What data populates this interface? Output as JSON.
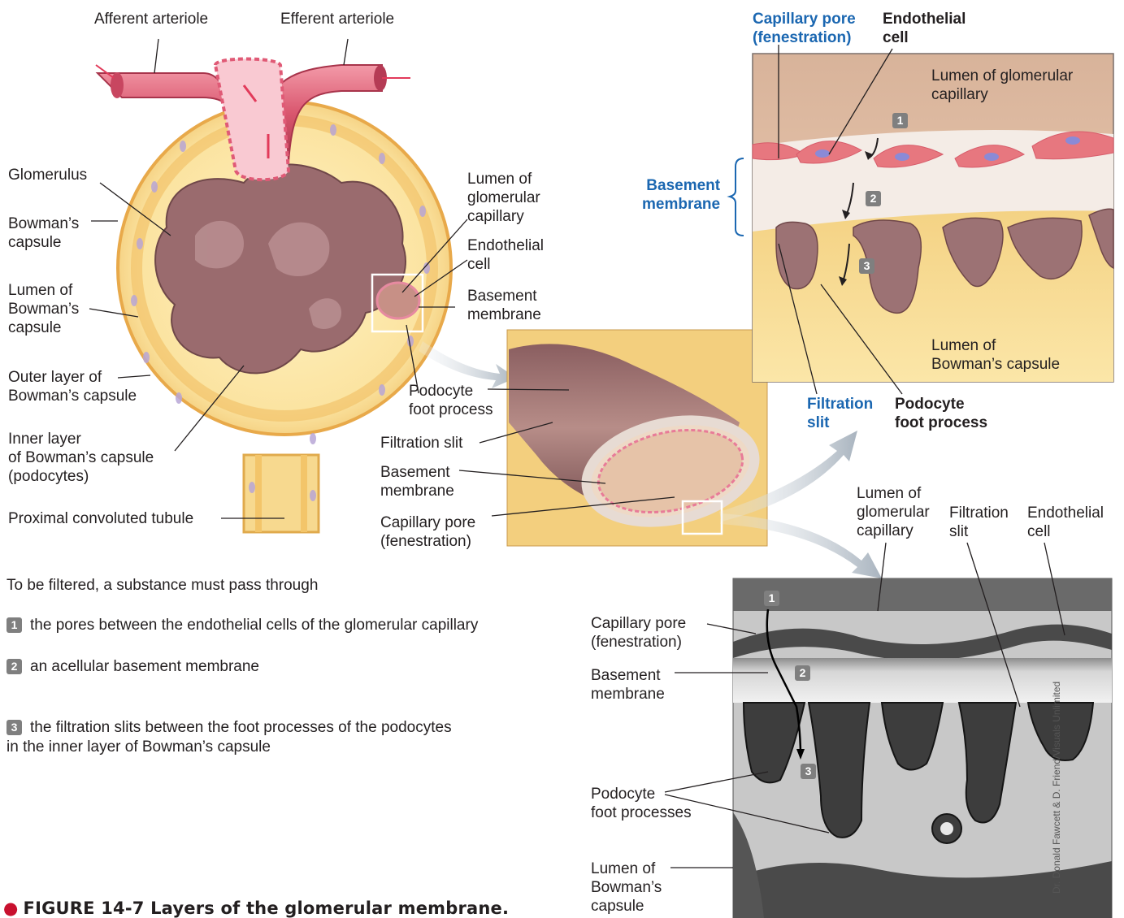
{
  "labels": {
    "afferent": "Afferent arteriole",
    "efferent": "Efferent arteriole",
    "glomerulus": "Glomerulus",
    "bowmans_capsule": "Bowman’s\ncapsule",
    "lumen_bowmans": "Lumen of\nBowman’s\ncapsule",
    "outer_layer": "Outer layer of\nBowman’s capsule",
    "inner_layer": "Inner layer\nof Bowman’s capsule\n(podocytes)",
    "pct": "Proximal convoluted tubule",
    "lumen_glom_cap": "Lumen of\nglomerular\ncapillary",
    "endothelial_cell": "Endothelial\ncell",
    "basement_membrane": "Basement\nmembrane",
    "podocyte_foot": "Podocyte\nfoot process",
    "filtration_slit": "Filtration slit",
    "basement_membrane_2": "Basement\nmembrane",
    "capillary_pore": "Capillary pore\n(fenestration)"
  },
  "detail": {
    "capillary_pore": "Capillary pore\n(fenestration)",
    "endothelial_cell": "Endothelial\ncell",
    "lumen_glom_cap": "Lumen of glomerular\ncapillary",
    "basement_membrane": "Basement\nmembrane",
    "lumen_bowman": "Lumen of\nBowman’s capsule",
    "filtration_slit": "Filtration\nslit",
    "podocyte_foot": "Podocyte\nfoot process"
  },
  "micrograph": {
    "lumen_glom_cap": "Lumen of\nglomerular\ncapillary",
    "filtration_slit": "Filtration\nslit",
    "endothelial_cell": "Endothelial\ncell",
    "capillary_pore": "Capillary pore\n(fenestration)",
    "basement_membrane": "Basement\nmembrane",
    "podocyte_feet": "Podocyte\nfoot processes",
    "lumen_bowman": "Lumen of\nBowman’s\ncapsule",
    "credit": "Dr. Donald Fawcett & D. Friend/Visuals Unlimited"
  },
  "steps": {
    "intro": "To be filtered, a substance must pass through",
    "items": [
      {
        "num": "1",
        "text": "the pores between the endothelial cells of the glomerular capillary"
      },
      {
        "num": "2",
        "text": "an acellular basement membrane"
      },
      {
        "num": "3",
        "text": "the filtration slits between the foot processes of the podocytes\nin the inner layer of Bowman’s capsule"
      }
    ]
  },
  "figure": {
    "caption": "FIGURE 14-7 Layers of the glomerular membrane."
  },
  "colors": {
    "tissue_yellow": "#f7d98f",
    "capillary_mauve": "#9b6a6d",
    "arteriole_red": "#d9566e",
    "label_blue": "#1b67b1",
    "badge_gray": "#7f7f7f"
  }
}
